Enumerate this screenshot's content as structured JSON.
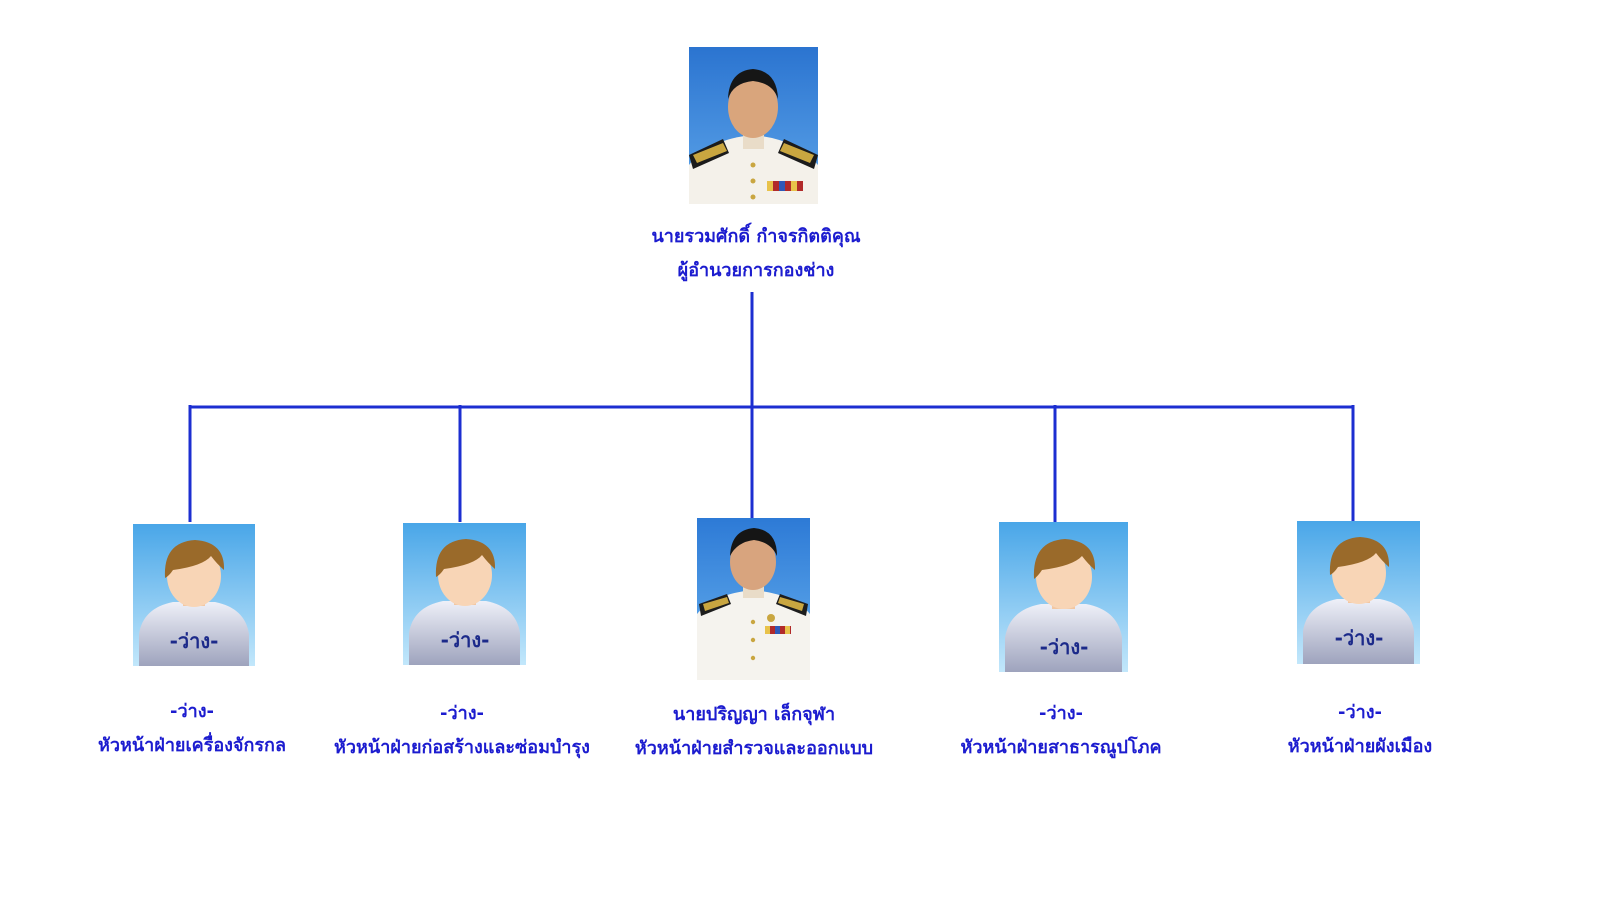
{
  "director": {
    "name": "นายรวมศักดิ์   กำจรกิตติคุณ",
    "position": "ผู้อำนวยการกองช่าง"
  },
  "staff": [
    {
      "name": "-ว่าง-",
      "position": "หัวหน้าฝ่ายเครื่องจักรกล",
      "photo_label": "-ว่าง-",
      "photo_type": "vacant-avatar-icon"
    },
    {
      "name": "-ว่าง-",
      "position": "หัวหน้าฝ่ายก่อสร้างและซ่อมบำรุง",
      "photo_label": "-ว่าง-",
      "photo_type": "vacant-avatar-icon"
    },
    {
      "name": "นายปริญญา   เล็กจุฬา",
      "position": "หัวหน้าฝ่ายสำรวจและออกแบบ",
      "photo_label": "",
      "photo_type": "person-portrait"
    },
    {
      "name": "-ว่าง-",
      "position": "หัวหน้าฝ่ายสาธารณูปโภค",
      "photo_label": "-ว่าง-",
      "photo_type": "vacant-avatar-icon"
    },
    {
      "name": "-ว่าง-",
      "position": "หัวหน้าฝ่ายผังเมือง",
      "photo_label": "-ว่าง-",
      "photo_type": "vacant-avatar-icon"
    }
  ],
  "colors": {
    "connector": "#1c2fd1",
    "text": "#1c1ccf",
    "avatar_bg_top": "#4aa8e8",
    "avatar_bg_bottom": "#bfe6fb",
    "portrait_bg": "#2f7fd8"
  }
}
